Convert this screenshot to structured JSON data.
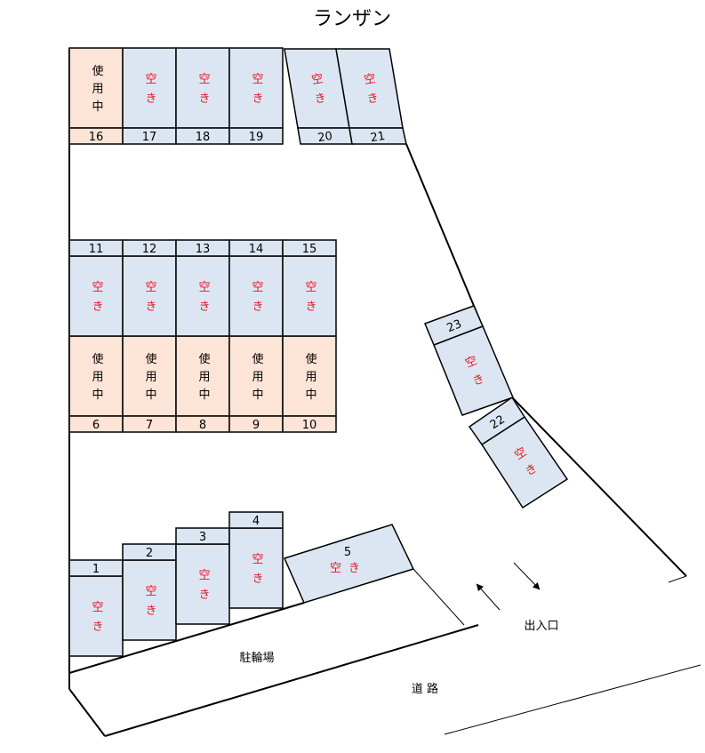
{
  "title": "ランザン",
  "status_labels": {
    "free": "空き",
    "used": "使用中"
  },
  "colors": {
    "free": "#dce6f2",
    "used": "#fce4d6",
    "free_text": "#e8141e"
  },
  "spaces": [
    {
      "number": "1",
      "status": "free"
    },
    {
      "number": "2",
      "status": "free"
    },
    {
      "number": "3",
      "status": "free"
    },
    {
      "number": "4",
      "status": "free"
    },
    {
      "number": "5",
      "status": "free"
    },
    {
      "number": "6",
      "status": "used"
    },
    {
      "number": "7",
      "status": "used"
    },
    {
      "number": "8",
      "status": "used"
    },
    {
      "number": "9",
      "status": "used"
    },
    {
      "number": "10",
      "status": "used"
    },
    {
      "number": "11",
      "status": "free"
    },
    {
      "number": "12",
      "status": "free"
    },
    {
      "number": "13",
      "status": "free"
    },
    {
      "number": "14",
      "status": "free"
    },
    {
      "number": "15",
      "status": "free"
    },
    {
      "number": "16",
      "status": "used"
    },
    {
      "number": "17",
      "status": "free"
    },
    {
      "number": "18",
      "status": "free"
    },
    {
      "number": "19",
      "status": "free"
    },
    {
      "number": "20",
      "status": "free"
    },
    {
      "number": "21",
      "status": "free"
    },
    {
      "number": "22",
      "status": "free"
    },
    {
      "number": "23",
      "status": "free"
    }
  ],
  "labels": {
    "entrance": "出入口",
    "bicycle_parking": "駐輪場",
    "road": "道 路"
  }
}
